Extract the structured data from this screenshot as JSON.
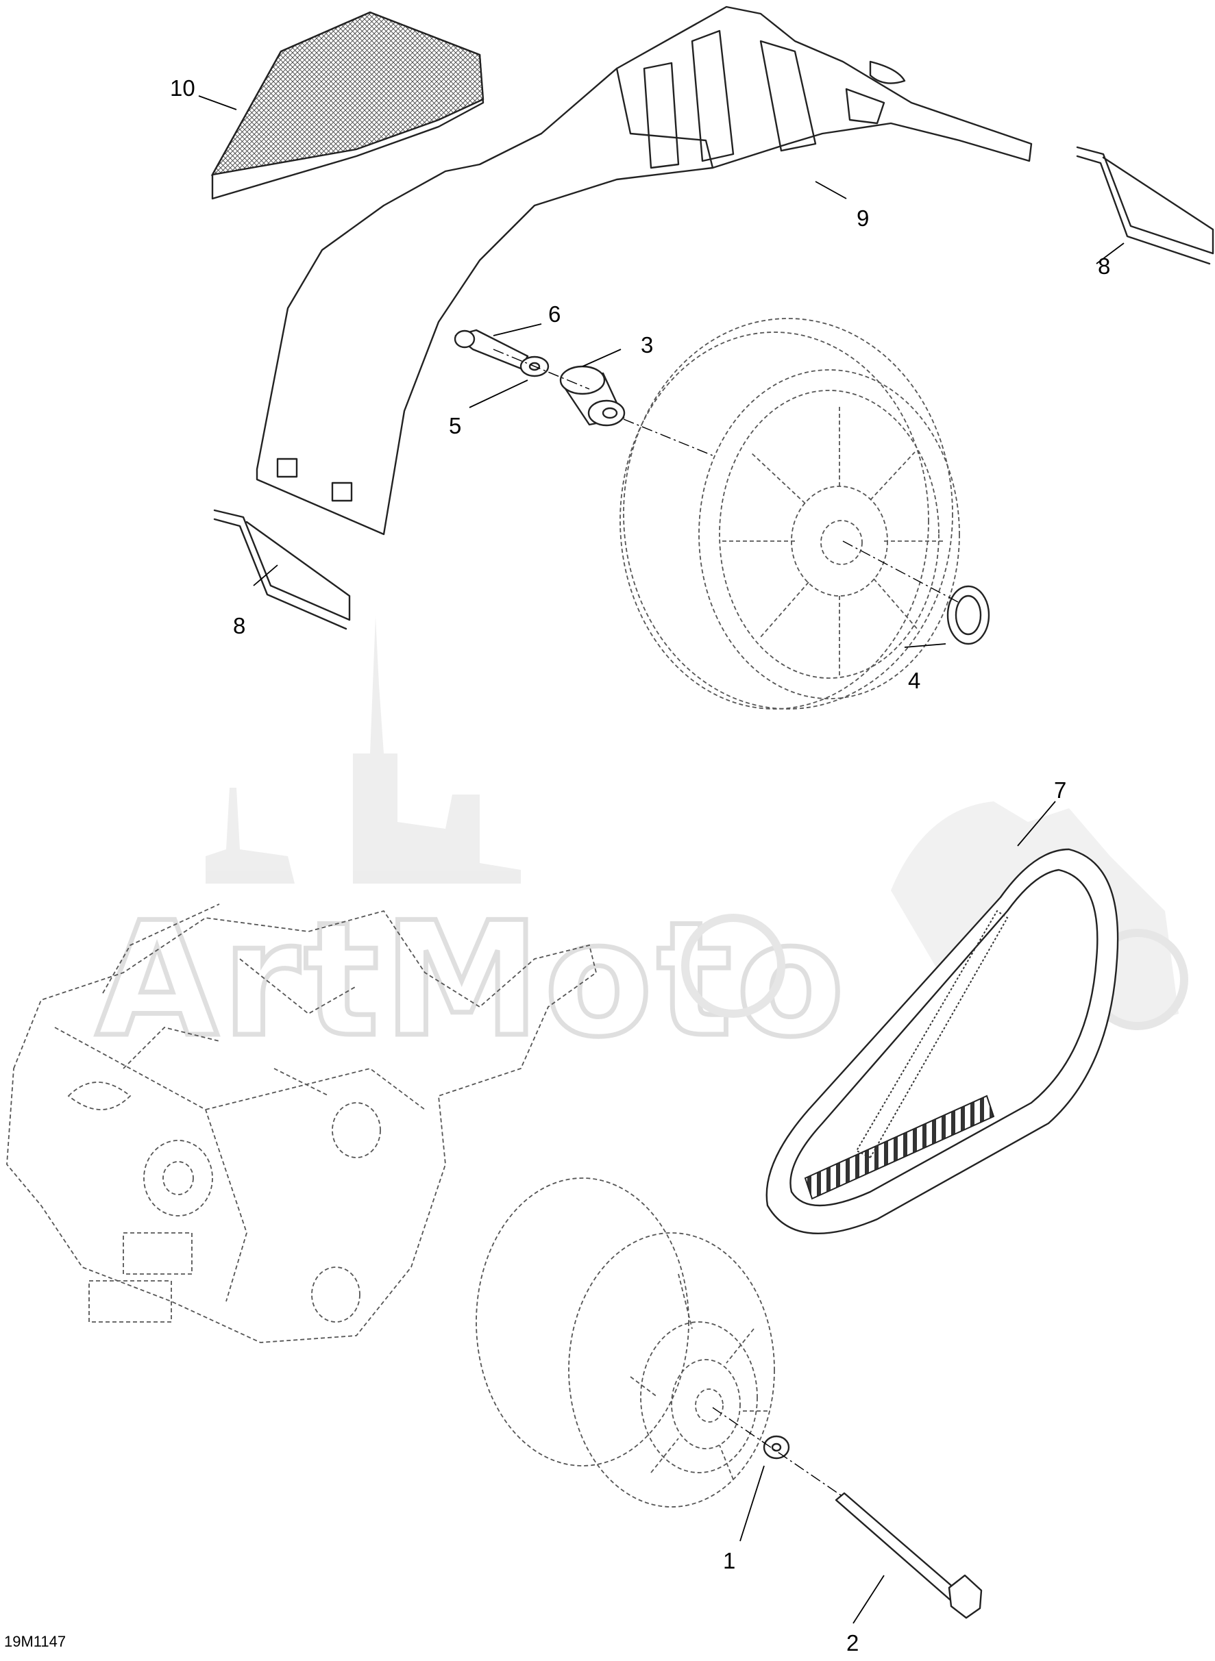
{
  "diagram": {
    "drawing_code": "19M1147",
    "watermark": "ArtMoto",
    "callouts": [
      {
        "id": "callout-1",
        "label": "1"
      },
      {
        "id": "callout-2",
        "label": "2"
      },
      {
        "id": "callout-3",
        "label": "3"
      },
      {
        "id": "callout-4",
        "label": "4"
      },
      {
        "id": "callout-5",
        "label": "5"
      },
      {
        "id": "callout-6",
        "label": "6"
      },
      {
        "id": "callout-7",
        "label": "7"
      },
      {
        "id": "callout-8a",
        "label": "8"
      },
      {
        "id": "callout-8b",
        "label": "8"
      },
      {
        "id": "callout-9",
        "label": "9"
      },
      {
        "id": "callout-10",
        "label": "10"
      }
    ]
  }
}
